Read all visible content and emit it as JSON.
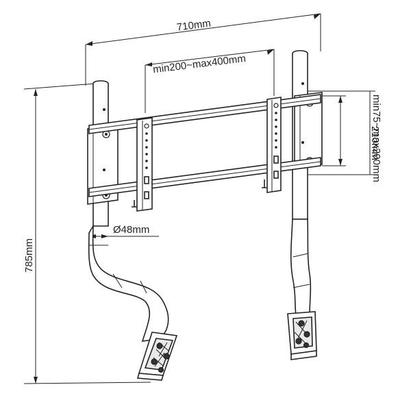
{
  "dimensions": {
    "total_width": "710mm",
    "vesa_horizontal": "min200~max400mm",
    "bracket_height": "210mm",
    "vesa_vertical": "min75~max200mm",
    "total_height": "785mm",
    "tube_diameter": "Ø48mm"
  }
}
